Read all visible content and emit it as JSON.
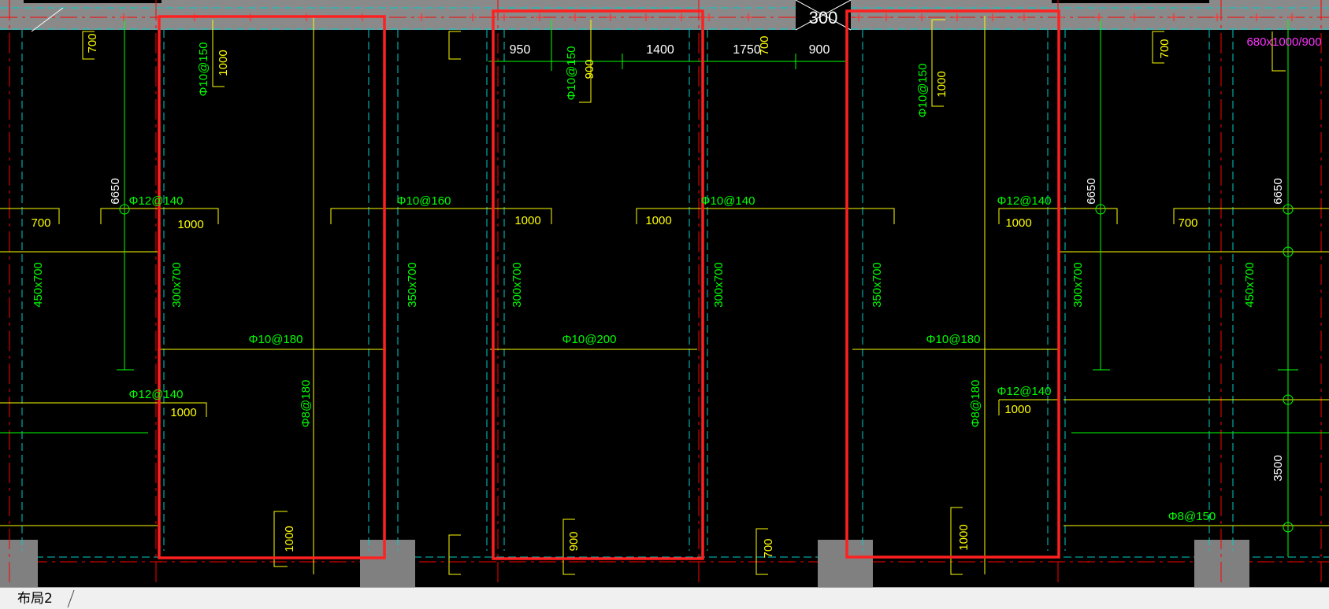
{
  "colors": {
    "background": "#000000",
    "dimension": "#ffff00",
    "rebar_text": "#00ff00",
    "markup": "#ff2020",
    "axis": "#ff0000",
    "grid_dash": "#00cccc",
    "column_fill": "#808080",
    "magenta_text": "#ff33ff",
    "white": "#ffffff"
  },
  "texts": {
    "t1": "950",
    "t2": "1400",
    "t3": "1750",
    "t4": "900",
    "t5": "700",
    "t6": "680x1000/900",
    "t7": "700",
    "t8": "Φ10@150",
    "t9": "1000",
    "t10": "Φ10@150",
    "t11": "900",
    "t12": "Φ10@150",
    "t13": "1000",
    "t14": "700",
    "t15": "6650",
    "t16": "Φ12@140",
    "t17": "700",
    "t18": "1000",
    "t19": "Φ10@160",
    "t20": "1000",
    "t21": "1000",
    "t22": "Φ10@140",
    "t23": "Φ12@140",
    "t24": "1000",
    "t25": "6650",
    "t26": "700",
    "t27": "6650",
    "t28": "450x700",
    "t29": "300x700",
    "t30": "350x700",
    "t31": "300x700",
    "t32": "300x700",
    "t33": "350x700",
    "t34": "300x700",
    "t35": "450x700",
    "t36": "Φ10@180",
    "t37": "Φ10@200",
    "t38": "Φ10@180",
    "t39": "Φ12@140",
    "t40": "1000",
    "t41": "Φ8@180",
    "t42": "Φ12@140",
    "t43": "1000",
    "t44": "Φ8@180",
    "t45": "3500",
    "t46": "Φ8@150",
    "t47": "1000",
    "t48": "900",
    "t49": "700",
    "t50": "1000",
    "t51": "300"
  },
  "tabs": {
    "layout2": "布局2"
  }
}
